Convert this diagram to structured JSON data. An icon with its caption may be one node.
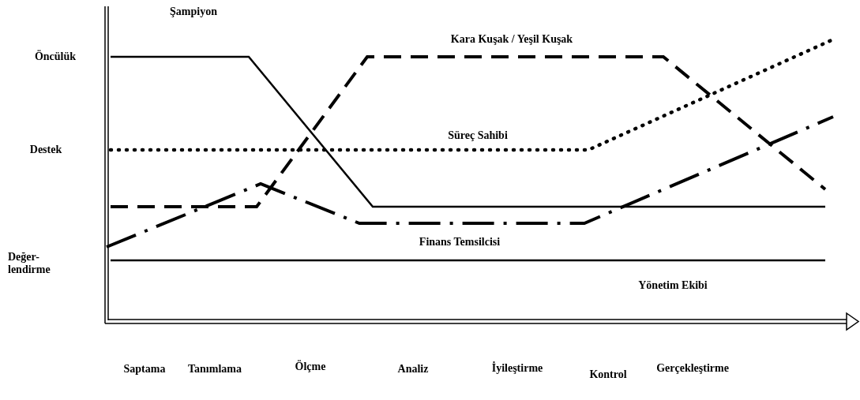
{
  "diagram": {
    "labels": [
      "Şampiyon",
      "Öncülük",
      "Kara Kuşak / Yeşil Kuşak",
      "Süreç Sahibi",
      "Destek",
      "Finans Temsilcisi",
      "Değer- lendirme",
      "Yönetim Ekibi",
      "Saptama",
      "Tanımlama",
      "Ölçme",
      "Analiz",
      "İyileştirme",
      "Kontrol",
      "Gerçekleştirme"
    ]
  }
}
